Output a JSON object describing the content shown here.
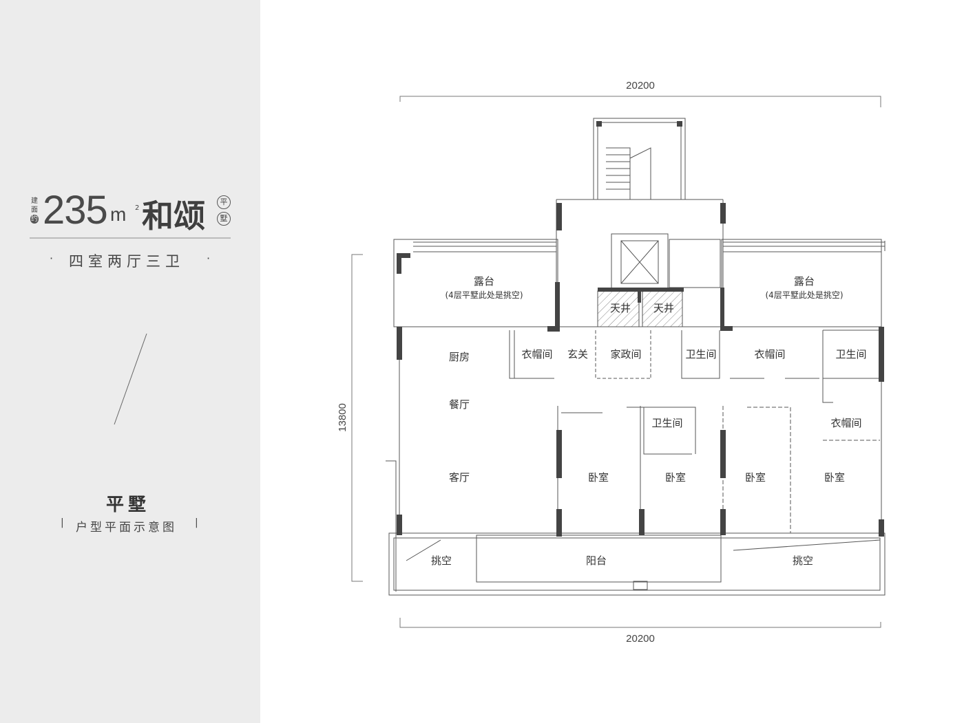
{
  "title": {
    "area_prefix": [
      "建",
      "面",
      "约"
    ],
    "area_value": "235",
    "area_unit": "m",
    "area_sup": "2",
    "name": "和颂",
    "badge": [
      "平",
      "墅"
    ],
    "layout": "四室两厅三卫",
    "dot": "·"
  },
  "subtitle": {
    "type": "平墅",
    "caption": "户型平面示意图",
    "bar": "|"
  },
  "dimensions": {
    "top": "20200",
    "bottom": "20200",
    "left": "13800"
  },
  "rooms": {
    "terrace_left": "露台",
    "terrace_left_note": "(4层平墅此处是挑空)",
    "terrace_right": "露台",
    "terrace_right_note": "(4层平墅此处是挑空)",
    "lightwell_1": "天井",
    "lightwell_2": "天井",
    "kitchen": "厨房",
    "cloakroom_1": "衣帽间",
    "foyer": "玄关",
    "utility": "家政间",
    "bath_1": "卫生间",
    "cloakroom_2": "衣帽间",
    "bath_2": "卫生间",
    "dining": "餐厅",
    "bath_3": "卫生间",
    "cloakroom_3": "衣帽间",
    "living": "客厅",
    "bedroom_1": "卧室",
    "bedroom_2": "卧室",
    "bedroom_3": "卧室",
    "bedroom_4": "卧室",
    "void_left": "挑空",
    "balcony": "阳台",
    "void_right": "挑空"
  }
}
